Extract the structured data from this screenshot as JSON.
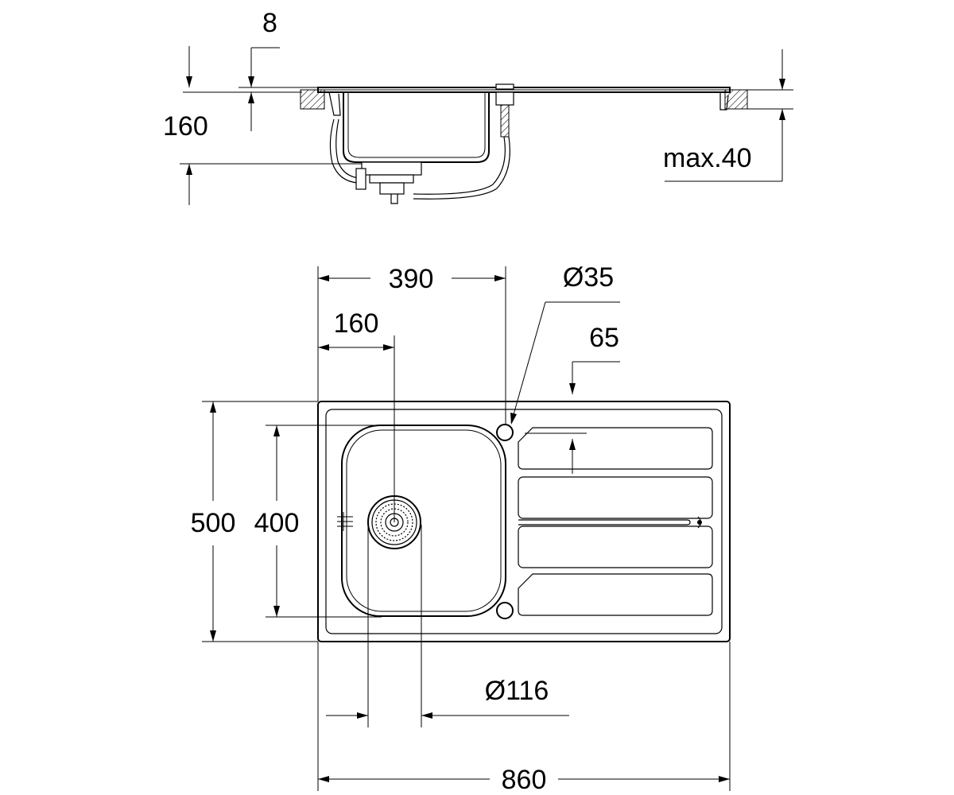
{
  "side_view": {
    "lip_thickness": "8",
    "bowl_depth": "160",
    "max_countertop": "max.40"
  },
  "top_view": {
    "tap_hole_offset": "390",
    "tap_hole_diameter": "Ø35",
    "waste_offset": "160",
    "drainer_offset": "65",
    "overall_depth": "500",
    "bowl_depth": "400",
    "waste_diameter": "Ø116",
    "overall_width": "860"
  }
}
